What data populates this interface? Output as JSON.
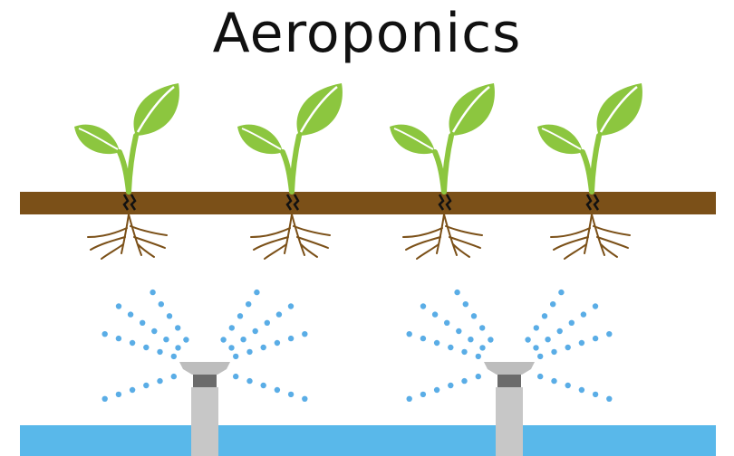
{
  "title": "Aeroponics",
  "colors": {
    "leaf": "#8cc63f",
    "leaf_vein": "#ffffff",
    "stem": "#8cc63f",
    "soil_board": "#7b5018",
    "roots": "#7b5018",
    "mist": "#5aade6",
    "sprayer_body": "#c7c7c7",
    "sprayer_cap": "#bdbdbd",
    "sprayer_band": "#6b6b6b",
    "water": "#59b8ea"
  },
  "diagram": {
    "plant_count": 4,
    "sprayer_count": 2
  }
}
